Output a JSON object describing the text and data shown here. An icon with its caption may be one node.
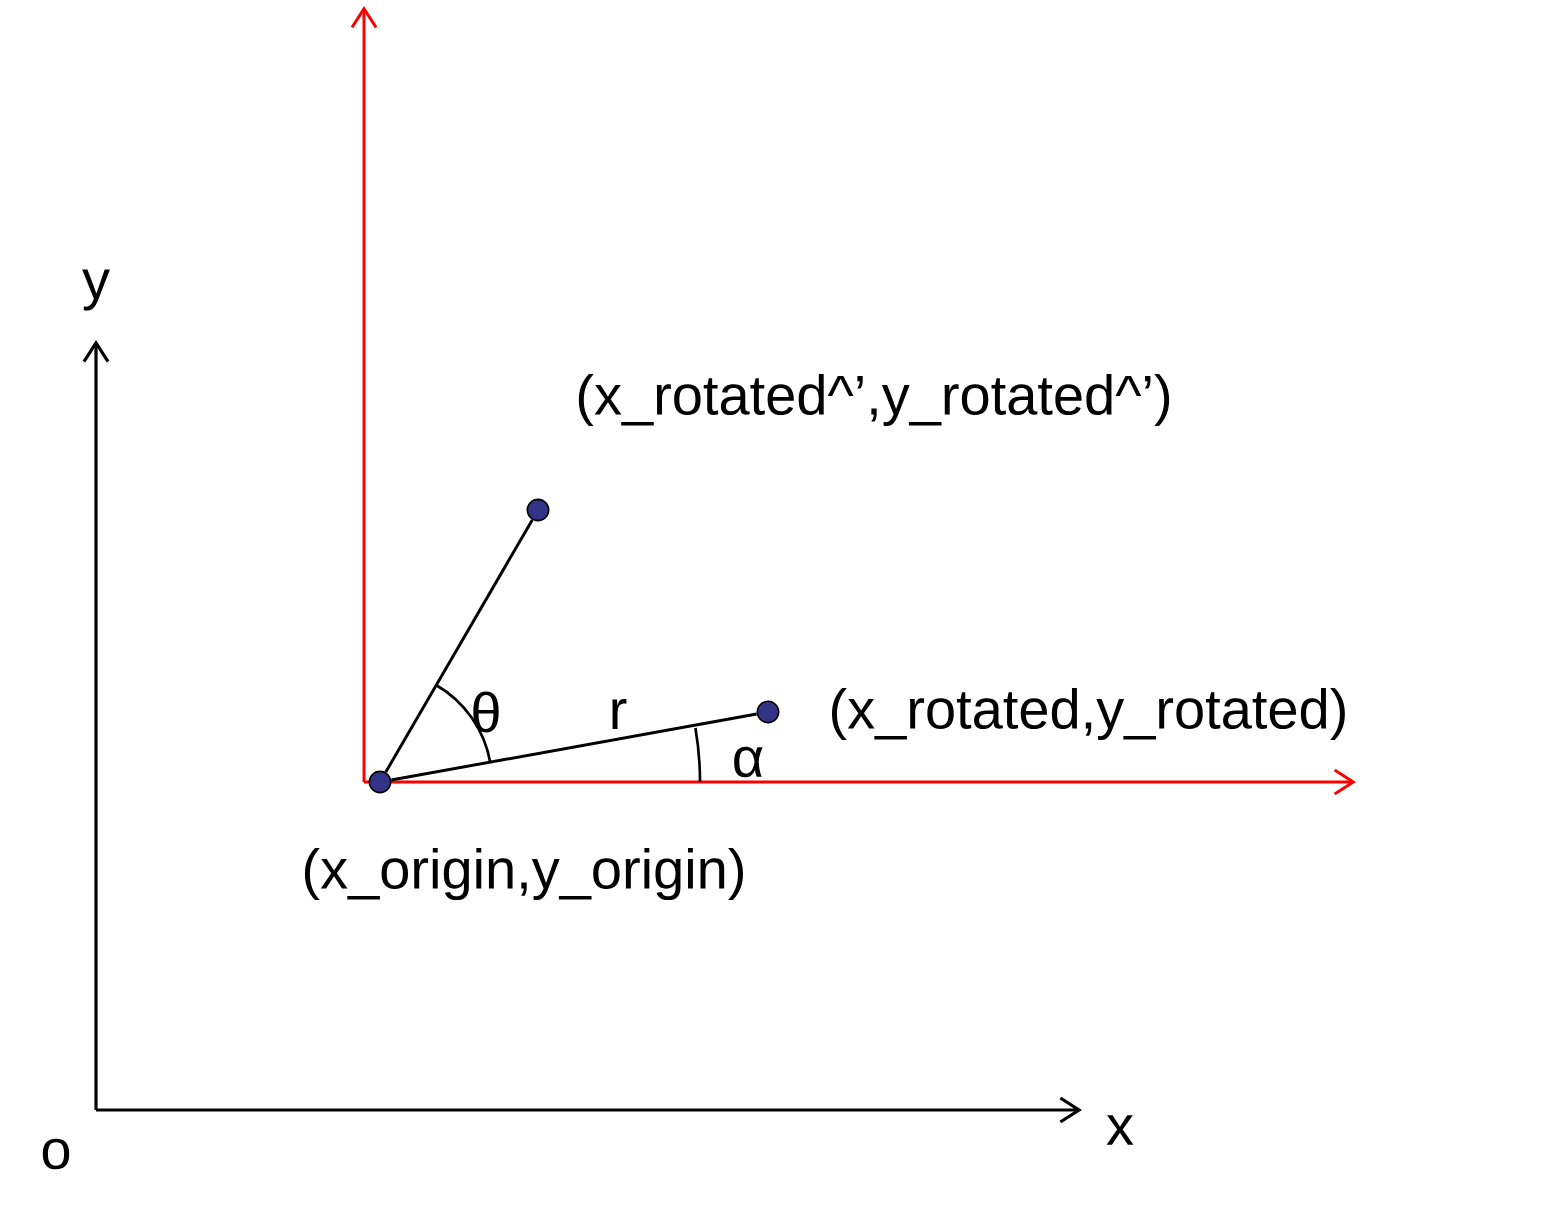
{
  "diagram": {
    "nodes": [
      {
        "text": [],
        "shape": "circle",
        "beside": [
          "(x_origin,y_origin)"
        ]
      },
      {
        "text": [],
        "shape": "circle",
        "beside": [
          "(x_rotated^’,y_rotated^’)"
        ]
      },
      {
        "text": [],
        "shape": "circle",
        "beside": [
          "(x_rotated,y_rotated)"
        ]
      }
    ],
    "edges": [
      {
        "from": 0,
        "to": 1,
        "arrow": "none"
      },
      {
        "from": 0,
        "to": 2,
        "arrow": "none"
      }
    ],
    "labels": [
      "y",
      "θ",
      "r",
      "α",
      "o",
      "x"
    ]
  }
}
